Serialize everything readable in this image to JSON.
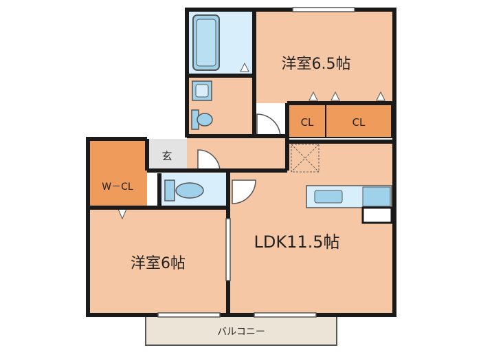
{
  "rooms": {
    "western_a": "洋室6.5帖",
    "western_b": "洋室6帖",
    "ldk": "LDK11.5帖",
    "closet_1": "CL",
    "closet_2": "CL",
    "walk_in_closet": "W－CL",
    "entrance": "玄",
    "balcony": "バルコニー"
  },
  "colors": {
    "floor": "#f5c7a4",
    "closet": "#ef9b5c",
    "wet_area": "#d8eefb",
    "fixture": "#9fd2ea",
    "balcony": "#ece4d6",
    "wall": "#1a1a1a",
    "entrance": "#e3e3e3"
  }
}
